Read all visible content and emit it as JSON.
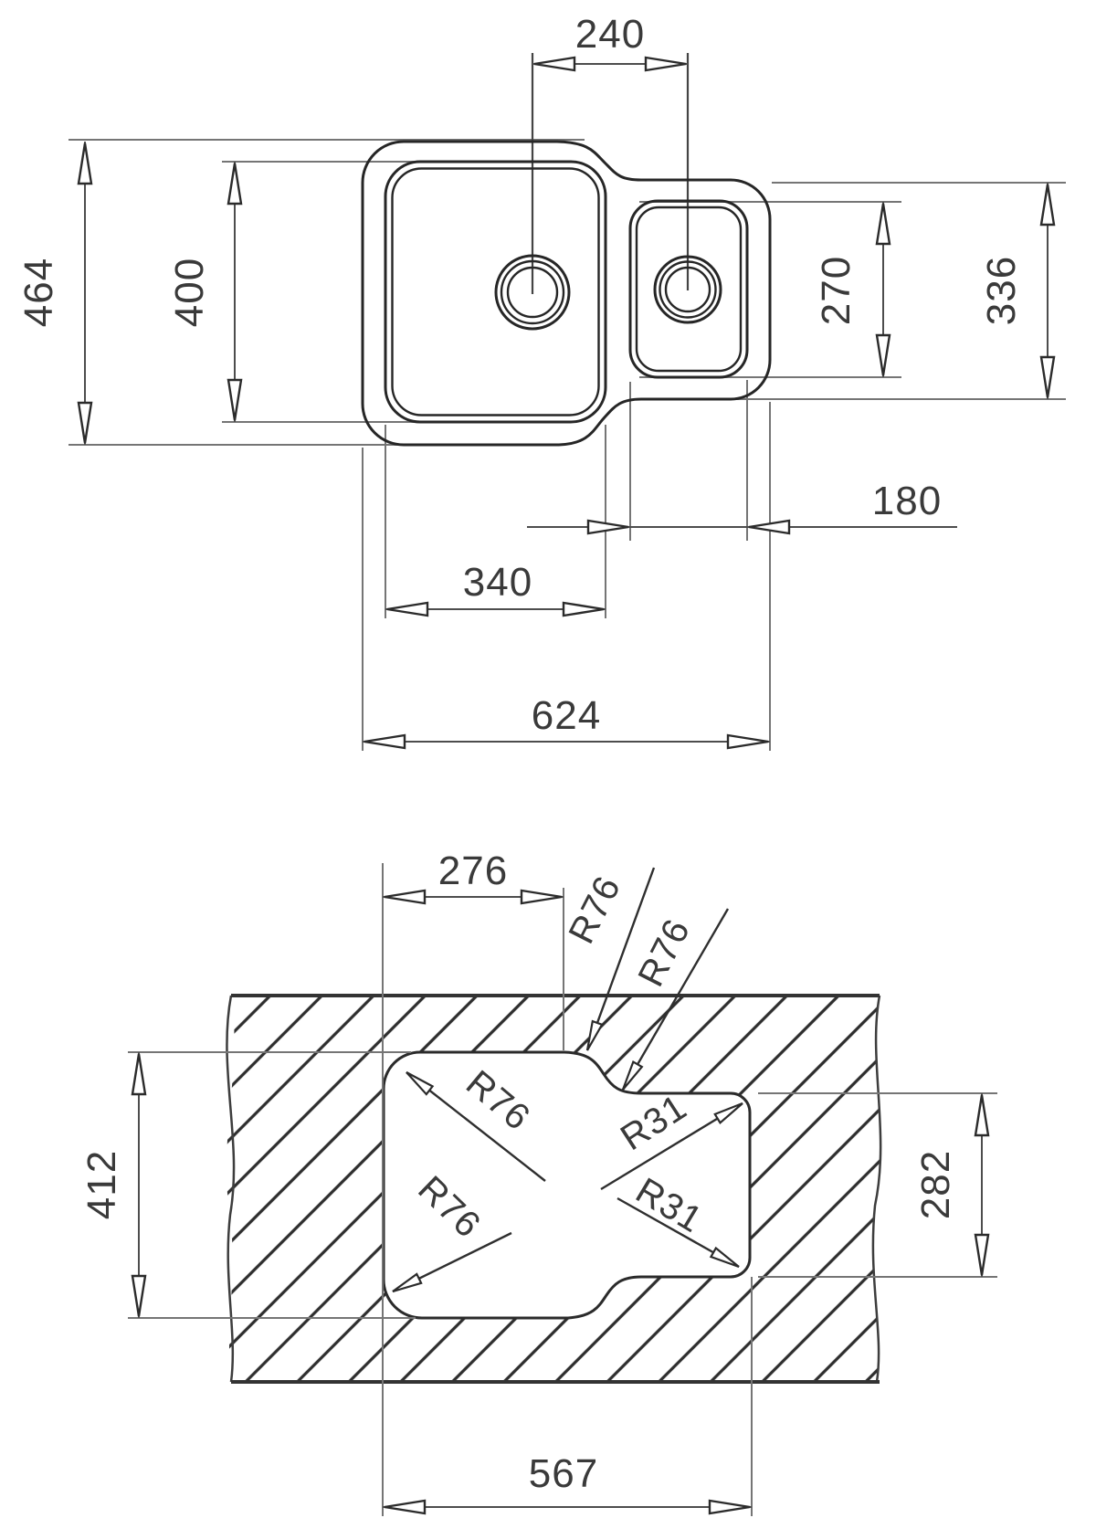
{
  "drawing": {
    "top_view": {
      "dim_bowl_centers": "240",
      "dim_overall_depth": "464",
      "dim_main_bowl_depth": "400",
      "dim_half_bowl_depth": "270",
      "dim_half_bowl_outer_depth": "336",
      "dim_half_bowl_width": "180",
      "dim_main_bowl_width": "340",
      "dim_overall_width": "624"
    },
    "cutout_view": {
      "dim_left_section_width": "276",
      "dim_cutout_depth": "412",
      "dim_right_cutout_depth": "282",
      "dim_cutout_width": "567",
      "radius_step_top_outer": "R76",
      "radius_step_top_inner": "R76",
      "radius_main_top_left": "R76",
      "radius_main_bottom_left": "R76",
      "radius_small_top_right": "R31",
      "radius_small_bottom_right": "R31"
    },
    "colors": {
      "outline": "#2b2b2b",
      "extension_line": "#757575",
      "hatch": "#2e2e2e",
      "text": "#3a3a3a",
      "background": "#ffffff"
    }
  }
}
